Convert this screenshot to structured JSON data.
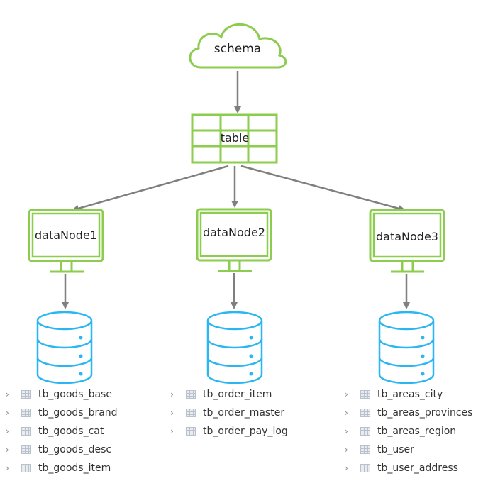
{
  "colors": {
    "green": "#8ccc4e",
    "blue": "#29b6f2",
    "arrow": "#7f7f7f"
  },
  "schema": {
    "label": "schema"
  },
  "table": {
    "label": "table"
  },
  "nodes": [
    {
      "label": "dataNode1",
      "tables": [
        "tb_goods_base",
        "tb_goods_brand",
        "tb_goods_cat",
        "tb_goods_desc",
        "tb_goods_item"
      ]
    },
    {
      "label": "dataNode2",
      "tables": [
        "tb_order_item",
        "tb_order_master",
        "tb_order_pay_log"
      ]
    },
    {
      "label": "dataNode3",
      "tables": [
        "tb_areas_city",
        "tb_areas_provinces",
        "tb_areas_region",
        "tb_user",
        "tb_user_address"
      ]
    }
  ],
  "icons": {
    "list_chevron": "chevron-right-icon",
    "list_table": "table-icon"
  }
}
